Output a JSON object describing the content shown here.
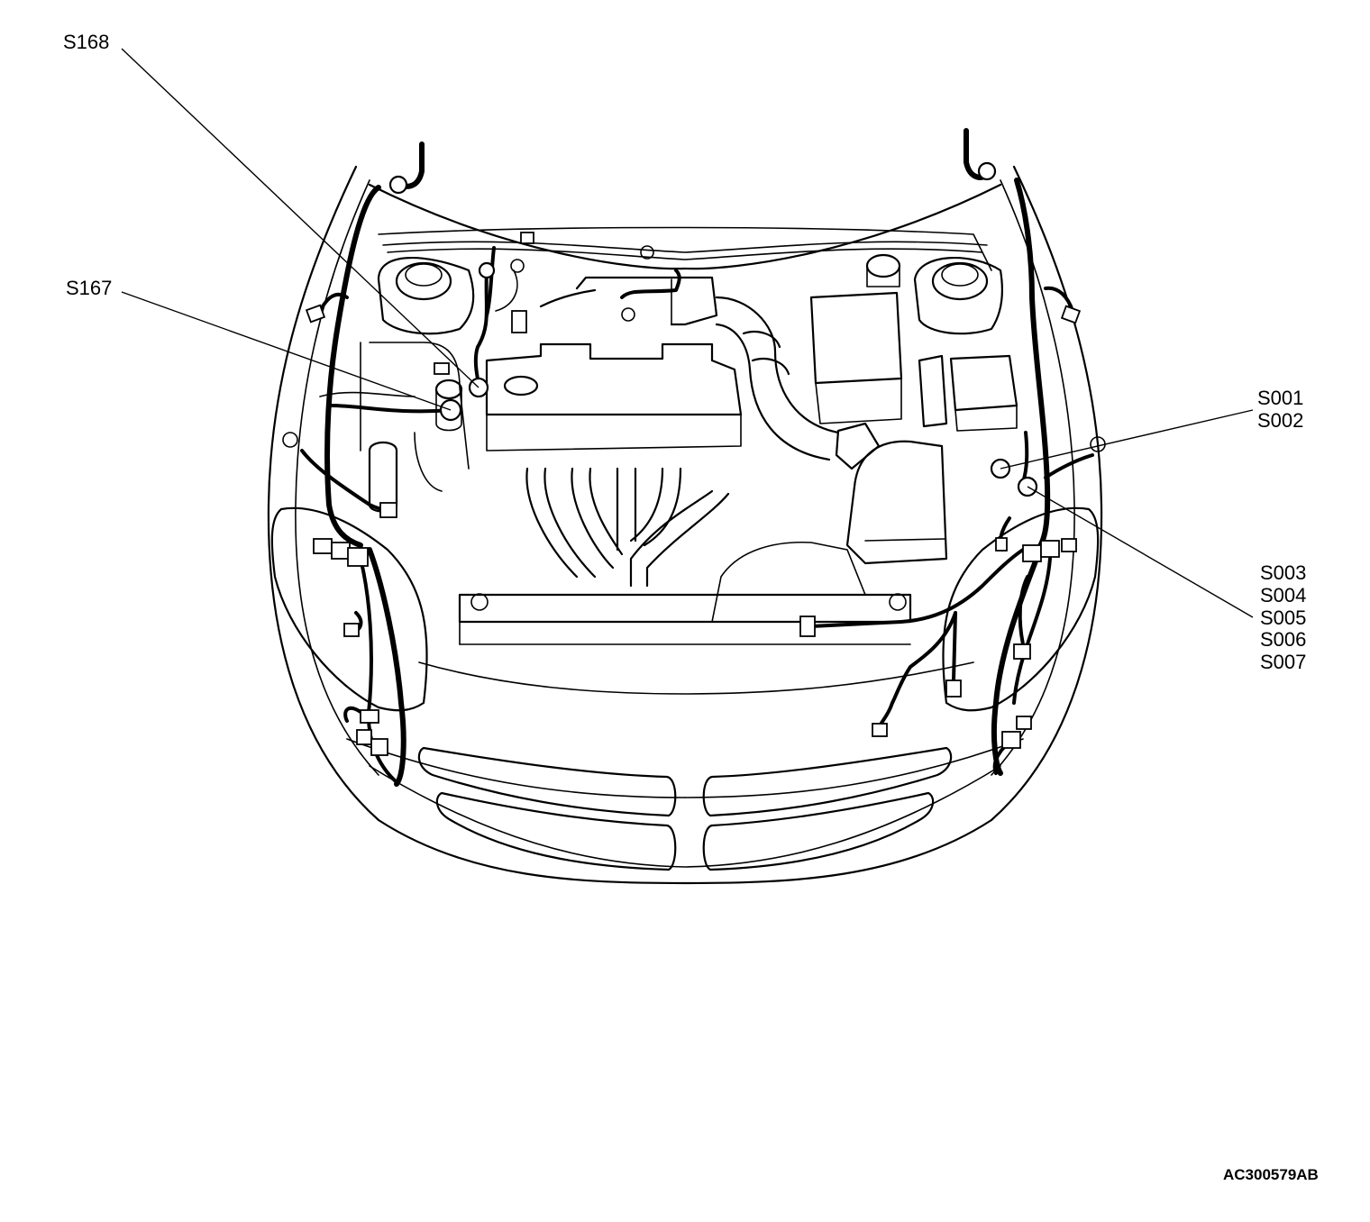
{
  "callouts": {
    "s168": "S168",
    "s167": "S167",
    "right_upper": [
      "S001",
      "S002"
    ],
    "right_lower": [
      "S003",
      "S004",
      "S005",
      "S006",
      "S007"
    ]
  },
  "figure_code": "AC300579AB"
}
